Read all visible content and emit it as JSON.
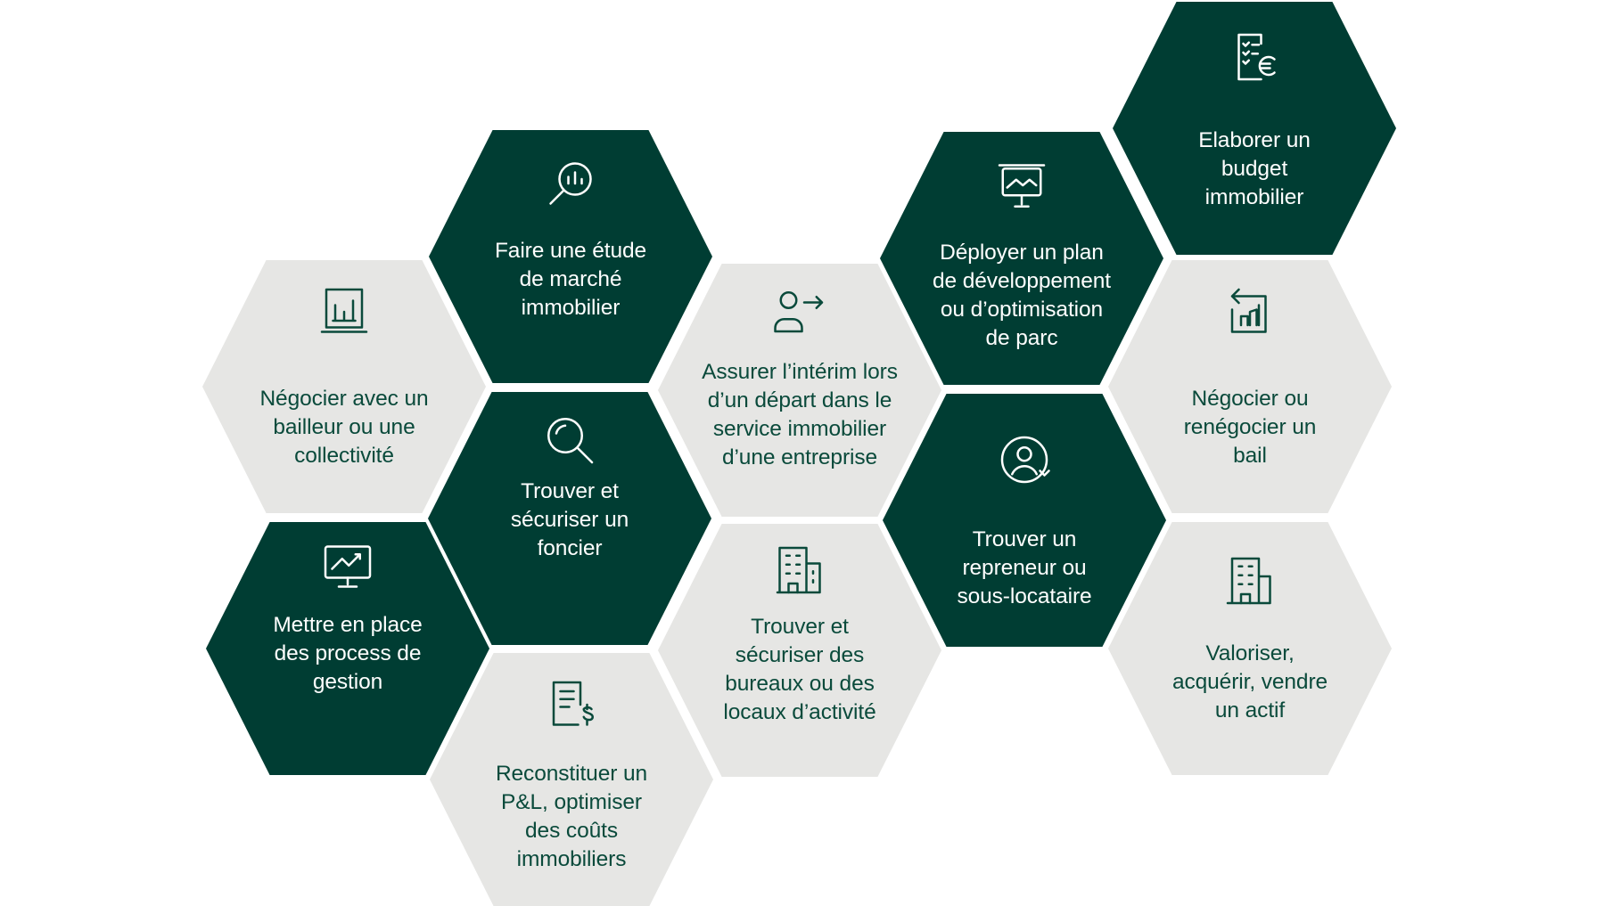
{
  "colors": {
    "dark": "#003d33",
    "light": "#e6e6e4",
    "dark_text": "#ffffff",
    "light_text": "#0a4a3b"
  },
  "hexes": [
    {
      "id": "elaborer-budget",
      "label": "Elaborer un\nbudget\nimmobilier",
      "icon": "invoice-euro-icon",
      "theme": "dark"
    },
    {
      "id": "faire-etude",
      "label": "Faire une étude\nde marché\nimmobilier",
      "icon": "magnifier-chart-icon",
      "theme": "dark"
    },
    {
      "id": "deployer-plan",
      "label": "Déployer un plan\nde développement\nou d’optimisation\nde parc",
      "icon": "presentation-board-icon",
      "theme": "dark"
    },
    {
      "id": "negocier-bailleur",
      "label": "Négocier avec un\nbailleur ou une\ncollectivité",
      "icon": "bar-chart-board-icon",
      "theme": "light"
    },
    {
      "id": "assurer-interim",
      "label": "Assurer l’intérim lors\nd’un départ dans le\nservice immobilier\nd’une entreprise",
      "icon": "user-arrow-icon",
      "theme": "light"
    },
    {
      "id": "negocier-bail",
      "label": "Négocier ou\nrenégocier un\nbail",
      "icon": "chart-return-icon",
      "theme": "light"
    },
    {
      "id": "trouver-foncier",
      "label": "Trouver et\nsécuriser un\nfoncier",
      "icon": "search-icon",
      "theme": "dark"
    },
    {
      "id": "trouver-repreneur",
      "label": "Trouver un\nrepreneur ou\nsous-locataire",
      "icon": "user-refresh-icon",
      "theme": "dark"
    },
    {
      "id": "mettre-process",
      "label": "Mettre en place\ndes process de\ngestion",
      "icon": "monitor-chart-icon",
      "theme": "dark"
    },
    {
      "id": "trouver-bureaux",
      "label": "Trouver et\nsécuriser des\nbureaux ou des\nlocaux d’activité",
      "icon": "office-building-icon",
      "theme": "light"
    },
    {
      "id": "valoriser-actif",
      "label": "Valoriser,\nacquérir, vendre\nun actif",
      "icon": "building-icon",
      "theme": "light"
    },
    {
      "id": "reconstituer-pl",
      "label": "Reconstituer un\nP&L, optimiser\ndes coûts\nimmobiliers",
      "icon": "document-dollar-icon",
      "theme": "light"
    }
  ]
}
